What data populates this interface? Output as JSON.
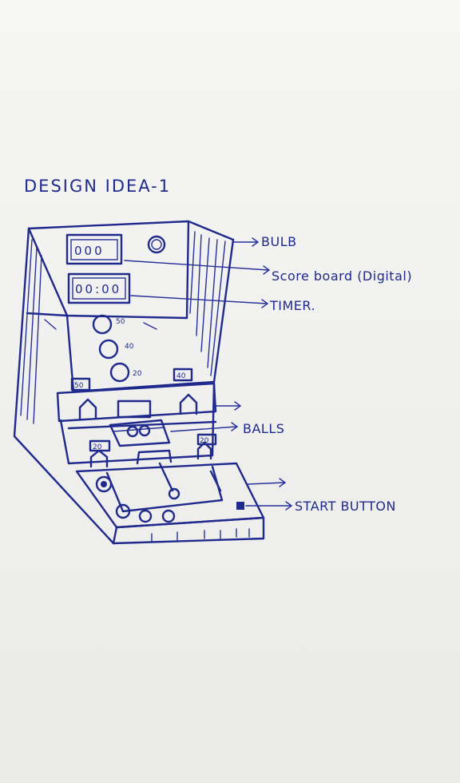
{
  "title": "DESIGN IDEA-1",
  "labels": {
    "bulb": "BULB",
    "scoreboard": "Score board (Digital)",
    "timer": "TIMER.",
    "balls": "BALLS",
    "start_button": "START BUTTON"
  },
  "scoreboard_display": "000",
  "timer_display": "00:00",
  "holes": [
    {
      "points": "50"
    },
    {
      "points": "40"
    },
    {
      "points": "20"
    }
  ],
  "side_boxes": {
    "upper_left": "50",
    "upper_right": "40",
    "lower_left": "20",
    "lower_right": "20"
  },
  "colors": {
    "ink": "#1f2a8c",
    "paper": "#f1f1ef"
  }
}
